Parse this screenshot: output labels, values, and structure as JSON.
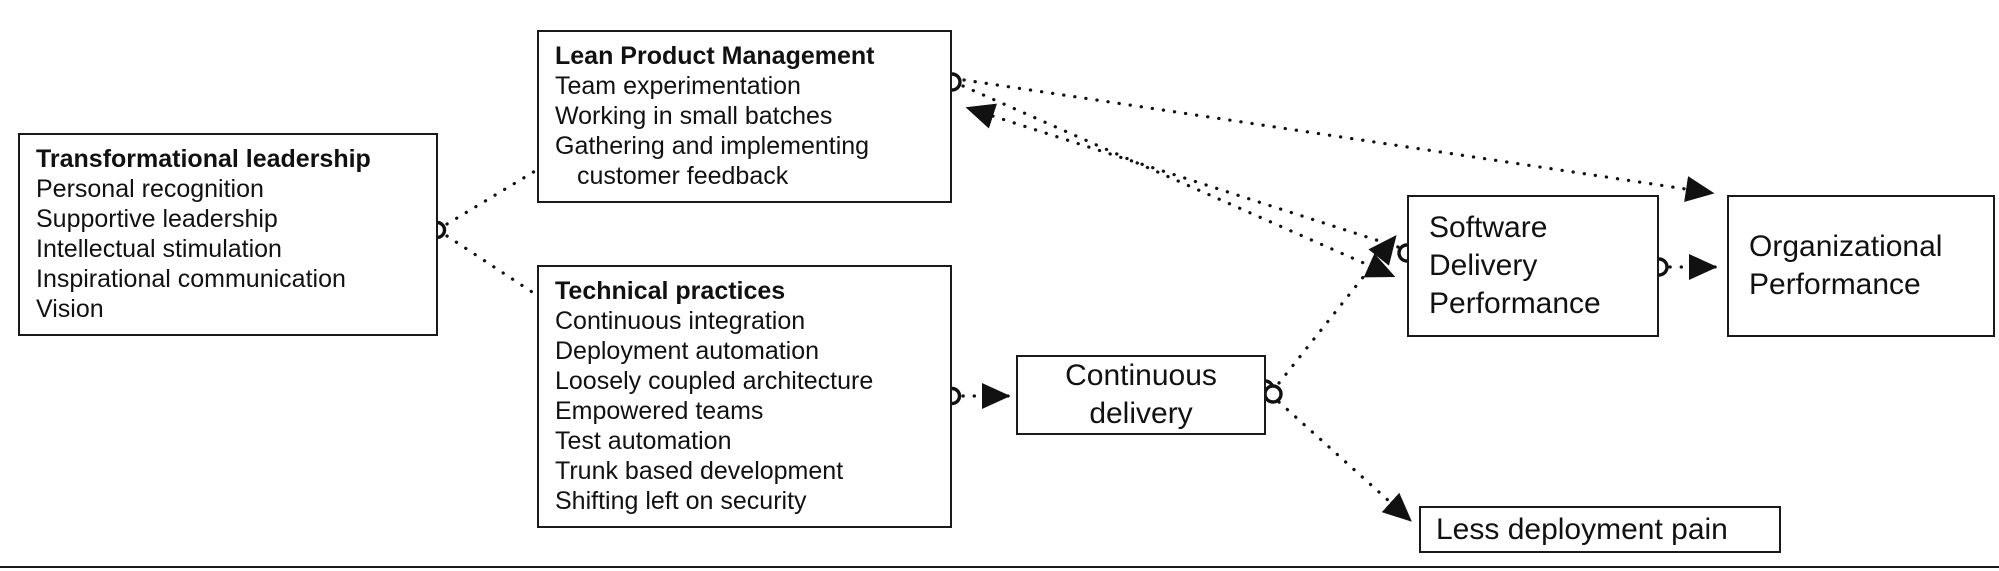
{
  "diagram": {
    "type": "causal-loop-diagram",
    "background_color": "#ffffff",
    "line_color": "#1a1a1a",
    "text_color": "#111111",
    "nodes": {
      "transformational_leadership": {
        "title": "Transformational leadership",
        "items": [
          "Personal recognition",
          "Supportive leadership",
          "Intellectual stimulation",
          "Inspirational communication",
          "Vision"
        ]
      },
      "lean_product_management": {
        "title": "Lean Product Management",
        "items": [
          "Team experimentation",
          "Working in small batches",
          "Gathering and implementing",
          "customer feedback"
        ]
      },
      "technical_practices": {
        "title": "Technical practices",
        "items": [
          "Continuous integration",
          "Deployment automation",
          "Loosely coupled architecture",
          "Empowered teams",
          "Test automation",
          "Trunk based development",
          "Shifting left on security"
        ]
      },
      "continuous_delivery": {
        "lines": [
          "Continuous",
          "delivery"
        ]
      },
      "software_delivery_performance": {
        "lines": [
          "Software",
          "Delivery",
          "Performance"
        ]
      },
      "organizational_performance": {
        "lines": [
          "Organizational",
          "Performance"
        ]
      },
      "less_deployment_pain": {
        "label": "Less deployment pain"
      }
    },
    "edges": [
      {
        "from": "transformational_leadership",
        "to": "lean_product_management",
        "style": "dotted-arrow"
      },
      {
        "from": "transformational_leadership",
        "to": "technical_practices",
        "style": "dotted-arrow"
      },
      {
        "from": "lean_product_management",
        "to": "software_delivery_performance",
        "style": "dotted-arrow"
      },
      {
        "from": "lean_product_management",
        "to": "organizational_performance",
        "style": "dotted-arrow"
      },
      {
        "from": "software_delivery_performance",
        "to": "lean_product_management",
        "style": "dotted-arrow"
      },
      {
        "from": "technical_practices",
        "to": "continuous_delivery",
        "style": "dotted-arrow"
      },
      {
        "from": "continuous_delivery",
        "to": "software_delivery_performance",
        "style": "dotted-arrow"
      },
      {
        "from": "continuous_delivery",
        "to": "less_deployment_pain",
        "style": "dotted-arrow"
      },
      {
        "from": "software_delivery_performance",
        "to": "organizational_performance",
        "style": "dotted-arrow"
      }
    ]
  }
}
